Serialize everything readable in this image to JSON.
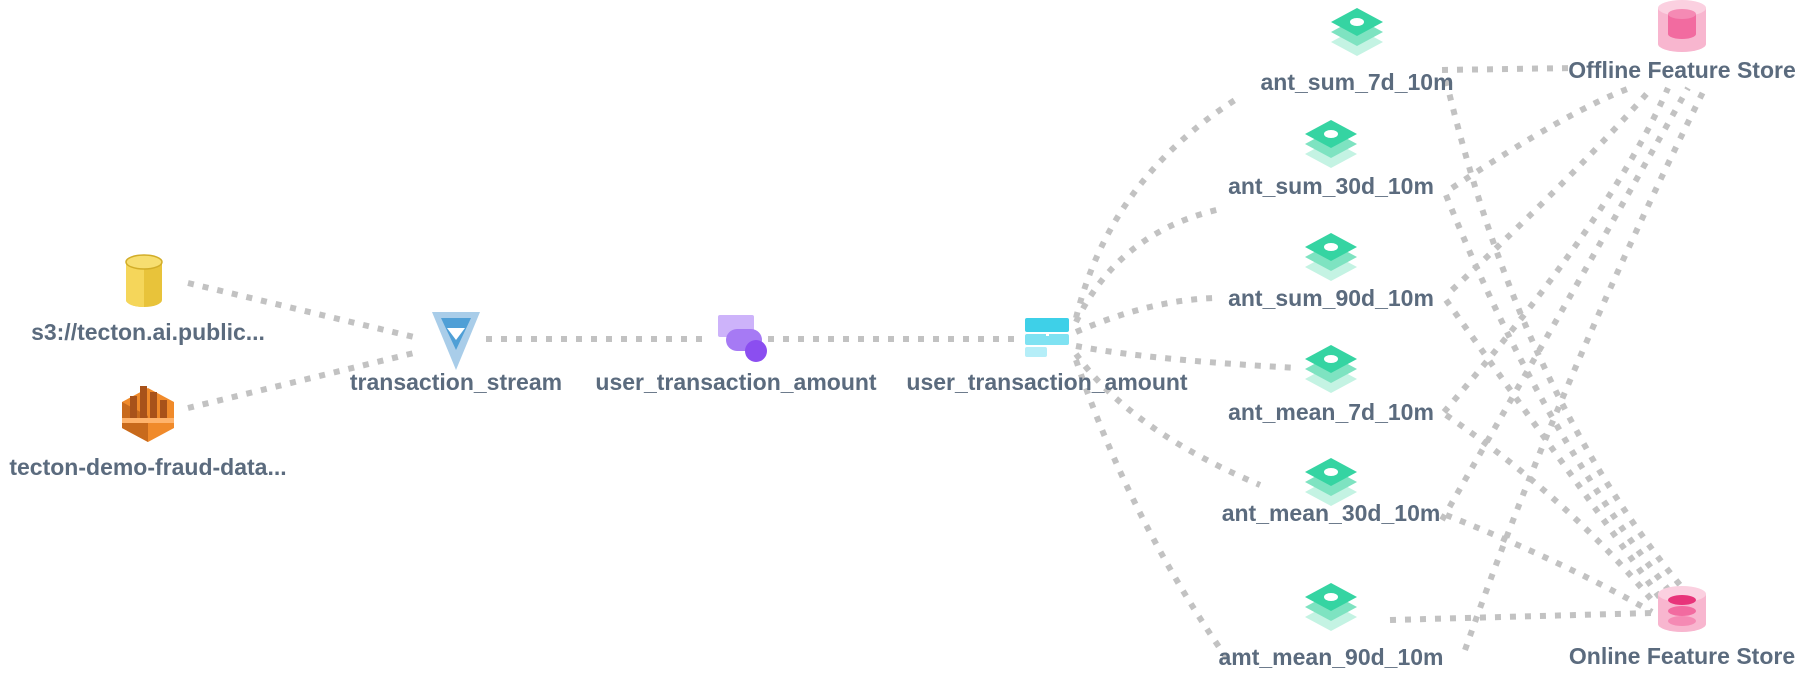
{
  "colors": {
    "edge": "#c2c2c2",
    "label": "#5b6b7e",
    "s3_source": "#e8c33a",
    "kinesis_source": "#f08a2a",
    "stream_source": "#4f9fd6",
    "transformation": "#a67af4",
    "feature_service": "#3ed0e8",
    "feature_view": "#35d4a2",
    "store": "#f27aa7"
  },
  "nodes": {
    "s3_source": {
      "label": "s3://tecton.ai.public...",
      "icon": "database-cylinder-icon"
    },
    "kinesis_source": {
      "label": "tecton-demo-fraud-data...",
      "icon": "kinesis-stream-icon"
    },
    "transaction_stream": {
      "label": "transaction_stream",
      "icon": "stream-source-icon"
    },
    "transformation": {
      "label": "user_transaction_amount",
      "icon": "transformation-icon"
    },
    "feature_service": {
      "label": "user_transaction_amount",
      "icon": "feature-service-icon"
    },
    "fv_sum_7d": {
      "label": "ant_sum_7d_10m",
      "icon": "feature-view-layers-icon"
    },
    "fv_sum_30d": {
      "label": "ant_sum_30d_10m",
      "icon": "feature-view-layers-icon"
    },
    "fv_sum_90d": {
      "label": "ant_sum_90d_10m",
      "icon": "feature-view-layers-icon"
    },
    "fv_mean_7d": {
      "label": "ant_mean_7d_10m",
      "icon": "feature-view-layers-icon"
    },
    "fv_mean_30d": {
      "label": "ant_mean_30d_10m",
      "icon": "feature-view-layers-icon"
    },
    "fv_mean_90d": {
      "label": "amt_mean_90d_10m",
      "icon": "feature-view-layers-icon"
    },
    "offline_store": {
      "label": "Offline Feature Store",
      "icon": "offline-store-icon"
    },
    "online_store": {
      "label": "Online Feature Store",
      "icon": "online-store-icon"
    }
  }
}
